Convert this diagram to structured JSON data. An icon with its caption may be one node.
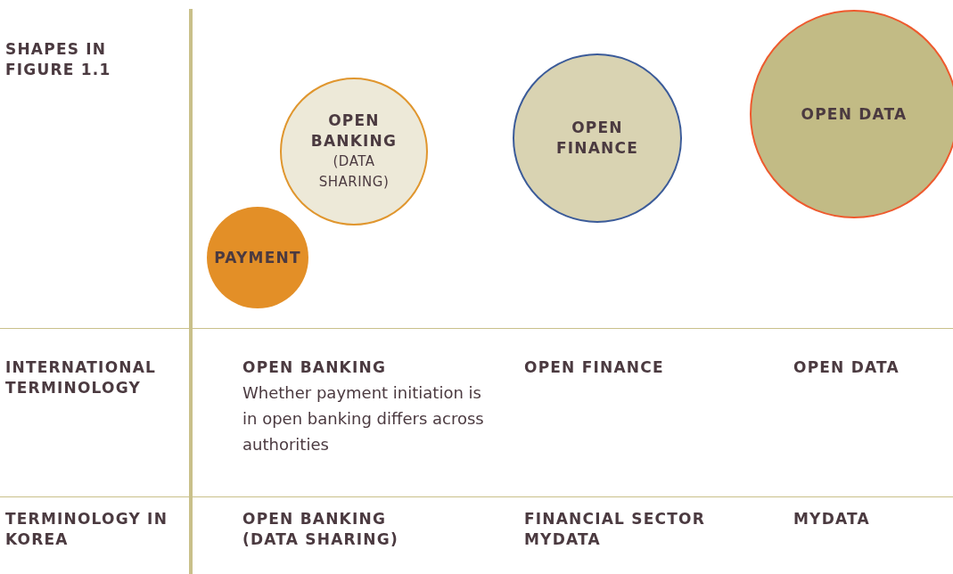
{
  "diagram": {
    "nodes": [
      {
        "text": [
          "OPEN BANKING",
          "(DATA SHARING)"
        ]
      },
      {
        "text": [
          "PAYMENT"
        ]
      },
      {
        "text": [
          "OPEN FINANCE"
        ]
      },
      {
        "text": [
          "OPEN DATA"
        ]
      }
    ],
    "labels": [
      "SHAPES IN FIGURE 1.1",
      "INTERNATIONAL TERMINOLOGY",
      "OPEN BANKING",
      "Whether payment initiation is in open banking differs across authorities",
      "OPEN FINANCE",
      "OPEN DATA",
      "TERMINOLOGY IN KOREA",
      "OPEN BANKING (DATA SHARING)",
      "FINANCIAL SECTOR MYDATA",
      "MYDATA"
    ]
  }
}
